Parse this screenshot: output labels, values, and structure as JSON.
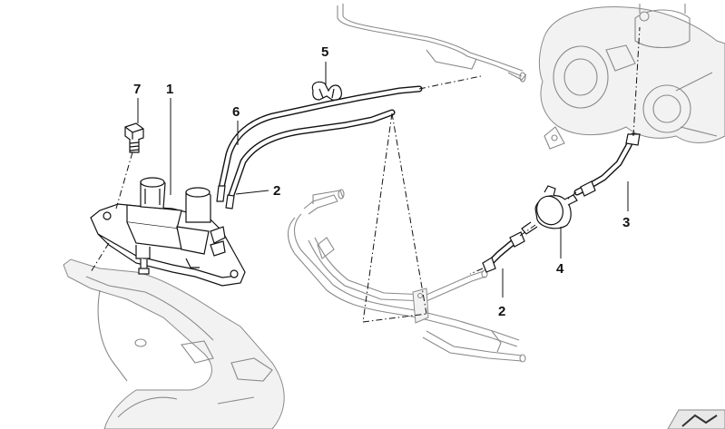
{
  "callouts": [
    {
      "id": "c1",
      "label": "1"
    },
    {
      "id": "c2a",
      "label": "2"
    },
    {
      "id": "c2b",
      "label": "2"
    },
    {
      "id": "c3",
      "label": "3"
    },
    {
      "id": "c4",
      "label": "4"
    },
    {
      "id": "c5",
      "label": "5"
    },
    {
      "id": "c6",
      "label": "6"
    },
    {
      "id": "c7",
      "label": "7"
    }
  ]
}
